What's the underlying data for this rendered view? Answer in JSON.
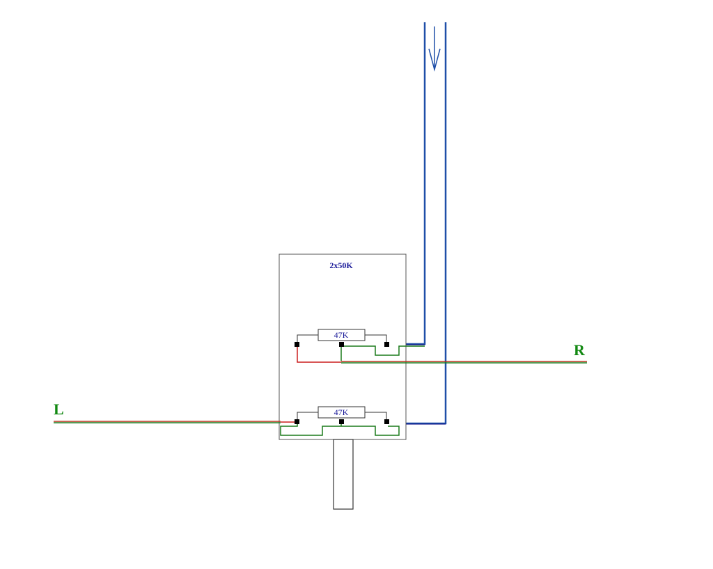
{
  "pot_label": "2x50K",
  "resistors": [
    {
      "label": "47K"
    },
    {
      "label": "47K"
    }
  ],
  "channels": {
    "right": "R",
    "left": "L"
  },
  "colors": {
    "wire_shield": "#1f4fa8",
    "wire_signal": "#000080",
    "wire_ground": "#1a7a1a",
    "wire_hot": "#cc1f1f",
    "wire_channel_red": "#b8321a",
    "wire_channel_green": "#1f7a1f",
    "terminal": "#000000",
    "label_blue": "#1a1a99",
    "label_green": "#118811",
    "outline": "#555555"
  }
}
